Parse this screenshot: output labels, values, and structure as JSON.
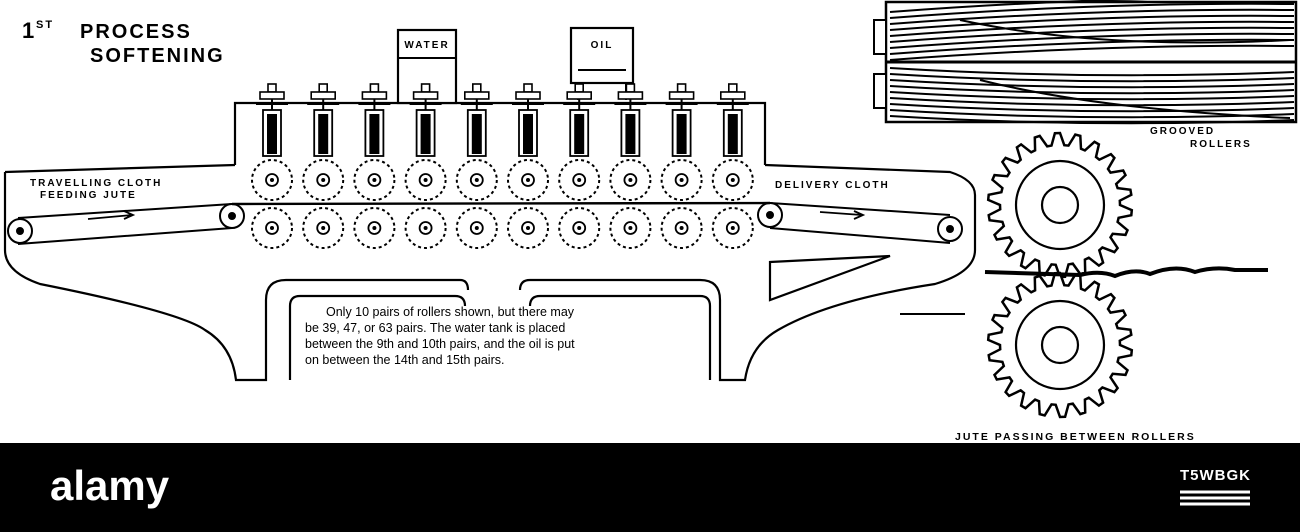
{
  "title": {
    "line1_num": "1",
    "line1_sup": "ST",
    "line1_word": "PROCESS",
    "line2": "SOFTENING"
  },
  "labels": {
    "water": "WATER",
    "oil": "OIL",
    "travelling_cloth_1": "TRAVELLING CLOTH",
    "travelling_cloth_2": "FEEDING JUTE",
    "delivery_cloth": "DELIVERY CLOTH",
    "grooved_rollers_1": "GROOVED",
    "grooved_rollers_2": "ROLLERS",
    "jute_passing": "JUTE PASSING BETWEEN ROLLERS"
  },
  "note_lines": [
    "Only 10 pairs of rollers shown, but there may",
    "be 39, 47, or 63 pairs.  The water tank is placed",
    "between the 9th and 10th pairs, and the oil is put",
    "on between the 14th and 15th pairs."
  ],
  "roller_pairs_shown": 10,
  "watermark": {
    "brand": "alamy",
    "image_id": "T5WBGK"
  },
  "colors": {
    "ink": "#000000",
    "paper": "#ffffff",
    "banner": "#000000"
  }
}
